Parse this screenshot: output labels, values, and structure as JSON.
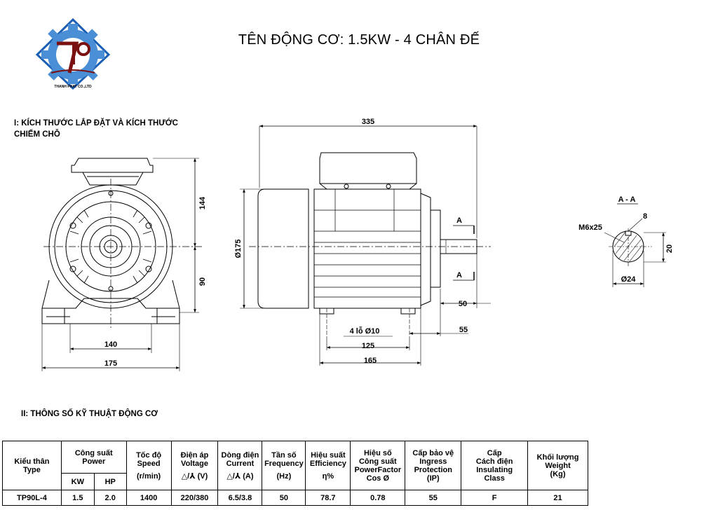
{
  "title": "TÊN ĐỘNG CƠ: 1.5KW - 4  CHÂN ĐẾ",
  "logo": {
    "text": "THANH PHAT CO.,LTD",
    "icon": "gear-logo-icon"
  },
  "section_1": {
    "line1": "I: KÍCH THƯỚC LẮP ĐẶT VÀ KÍCH THƯỚC",
    "line2": "CHIẾM CHỖ"
  },
  "section_2": "II: THÔNG SỐ KỸ THUẬT ĐỘNG CƠ",
  "dimensions": {
    "d144": "144",
    "d90": "90",
    "d140": "140",
    "d175": "175",
    "d335": "335",
    "d_o175": "Ø175",
    "d50": "50",
    "d55": "55",
    "holes": "4 lỗ Ø10",
    "d125": "125",
    "d165": "165",
    "sectA": "A",
    "sectAA": "A - A",
    "d8": "8",
    "thread": "M6x25",
    "d20": "20",
    "d_o24": "Ø24"
  },
  "table": {
    "headers": {
      "type": [
        "Kiểu thân",
        "Type"
      ],
      "power": [
        "Công suất",
        "Power"
      ],
      "kw": "KW",
      "hp": "HP",
      "speed": [
        "Tốc độ",
        "Speed",
        "(r/min)"
      ],
      "voltage": [
        "Điện áp",
        "Voltage",
        "△/⅄ (V)"
      ],
      "current": [
        "Dòng điện",
        "Current",
        "△/⅄ (A)"
      ],
      "frequency": [
        "Tần số",
        "Frequency",
        "(Hz)"
      ],
      "efficiency": [
        "Hiệu suất",
        "Efficiency",
        "η%"
      ],
      "pf": [
        "Hiệu số",
        "Công suất",
        "PowerFactor",
        "Cos Ø"
      ],
      "protection": [
        "Cấp bảo vệ",
        "Ingress",
        "Protection",
        "(IP)"
      ],
      "insulation": [
        "Cấp",
        "Cách điện",
        "Insulating",
        "Class"
      ],
      "weight": [
        "Khối lượng",
        "Weight",
        "(Kg)"
      ]
    },
    "row": {
      "type": "TP90L-4",
      "kw": "1.5",
      "hp": "2.0",
      "speed": "1400",
      "voltage": "220/380",
      "current": "6.5/3.8",
      "frequency": "50",
      "efficiency": "78.7",
      "pf": "0.78",
      "protection": "55",
      "insulation": "F",
      "weight": "21"
    }
  }
}
